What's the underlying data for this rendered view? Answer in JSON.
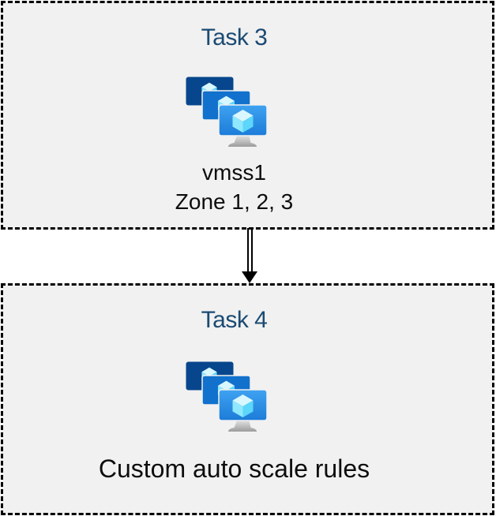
{
  "page": {
    "background": "#FFFFFF"
  },
  "colors": {
    "box_fill": "#F1F1F1",
    "box_border": "#000000",
    "title_blue": "#1B4A73",
    "body_text": "#0D0D0D",
    "monitor_back": "#07468C",
    "monitor_middle": "#1171CD",
    "monitor_front_top": "#3FA2F1",
    "monitor_front_bottom": "#1C7CD8",
    "cube_top": "#D9F7FF",
    "cube_left": "#8FE8FF",
    "cube_right": "#5CD6FA",
    "stand_light": "#E3E3E3",
    "stand_dark": "#9C9C9C"
  },
  "boxes": [
    {
      "title": "Task 3",
      "icon": "vm-scale-sets-icon",
      "lines": [
        "vmss1",
        "Zone 1, 2, 3"
      ]
    },
    {
      "title": "Task 4",
      "icon": "vm-scale-sets-icon",
      "lines": [
        "Custom auto scale rules"
      ]
    }
  ],
  "connector": {
    "shape": "double-line-arrow",
    "direction": "down"
  }
}
